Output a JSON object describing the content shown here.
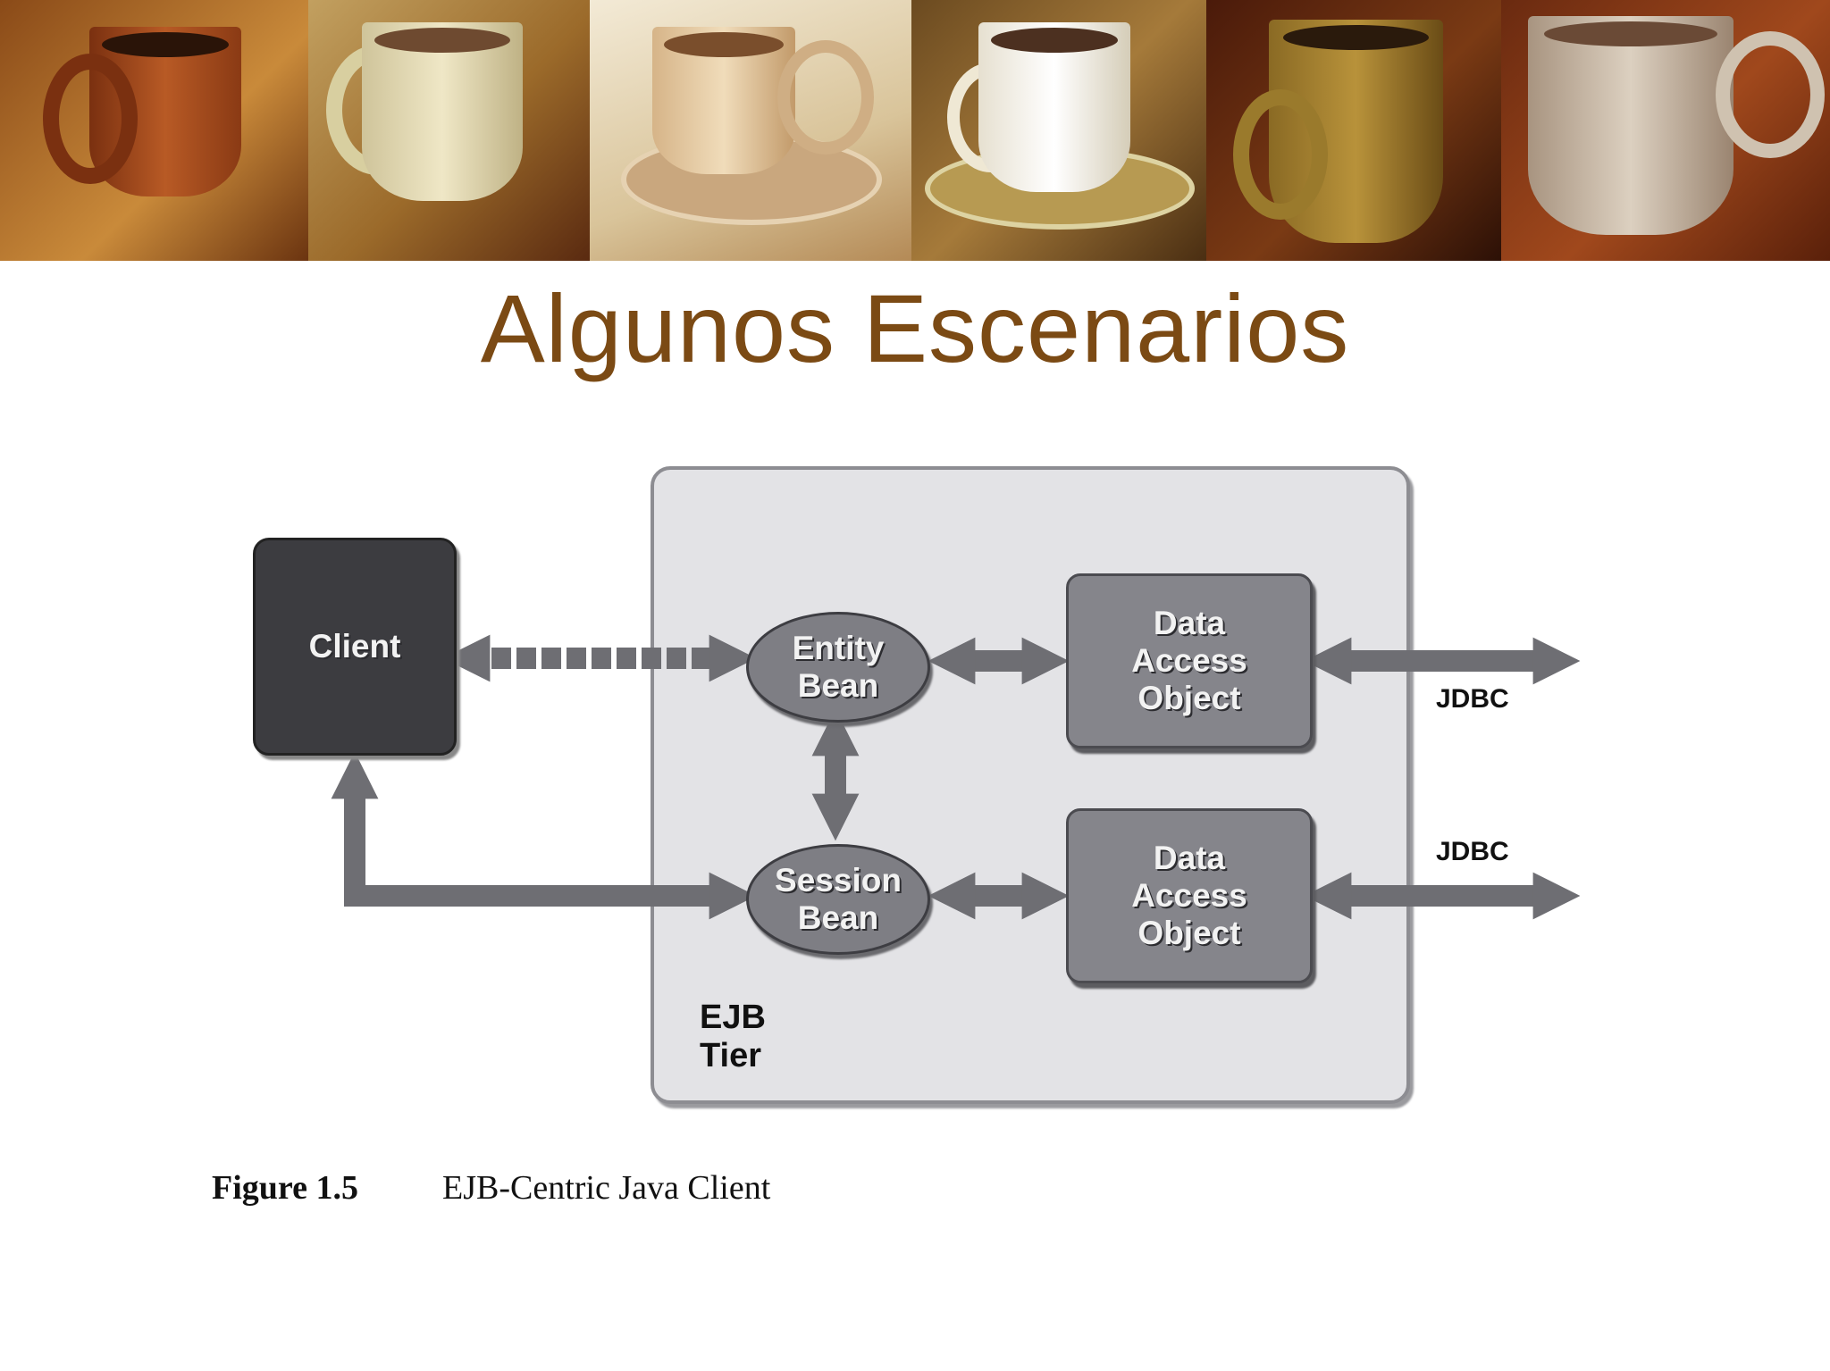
{
  "slide": {
    "title": "Algunos Escenarios"
  },
  "diagram": {
    "client": "Client",
    "entity_bean": "Entity\nBean",
    "session_bean": "Session\nBean",
    "dao_top": "Data\nAccess\nObject",
    "dao_bottom": "Data\nAccess\nObject",
    "jdbc_top": "JDBC",
    "jdbc_bottom": "JDBC",
    "tier_label": "EJB\nTier"
  },
  "caption": {
    "figure_number": "Figure 1.5",
    "text": "EJB-Centric Java Client"
  },
  "colors": {
    "title": "#7b4a14",
    "tier_fill": "#e3e3e6",
    "component_fill": "#85858b",
    "client_fill": "#3c3c40",
    "arrow": "#6e6e73"
  }
}
